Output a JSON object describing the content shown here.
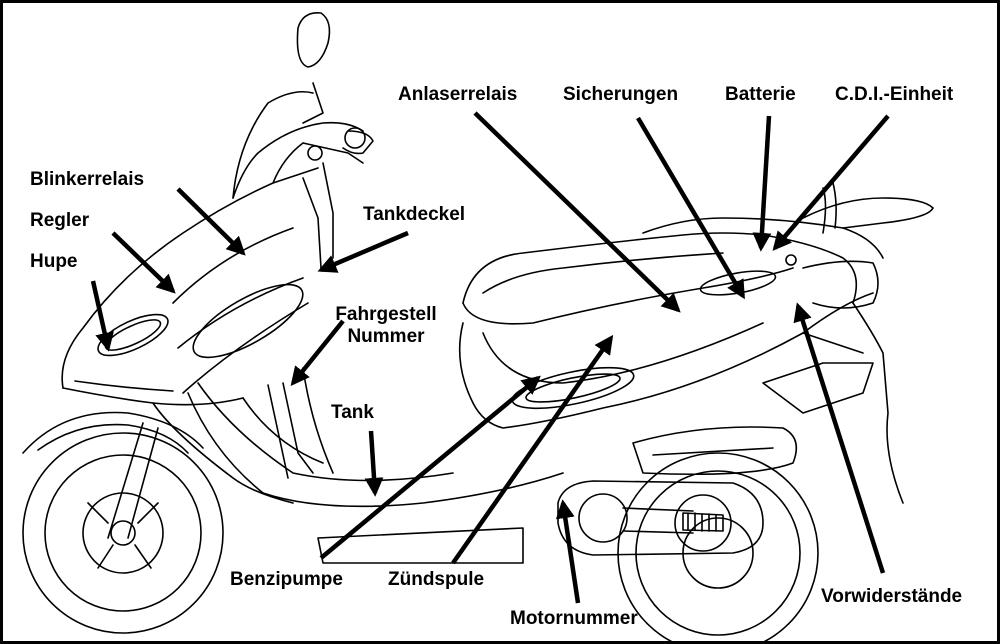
{
  "colors": {
    "ink": "#000000",
    "paper": "#ffffff"
  },
  "labels": {
    "blinkerrelais": "Blinkerrelais",
    "regler": "Regler",
    "hupe": "Hupe",
    "tankdeckel": "Tankdeckel",
    "fahrgestell_line1": "Fahrgestell",
    "fahrgestell_line2": "Nummer",
    "tank": "Tank",
    "anlaserrelais": "Anlaserrelais",
    "sicherungen": "Sicherungen",
    "batterie": "Batterie",
    "cdi_einheit": "C.D.I.-Einheit",
    "benzipumpe": "Benzipumpe",
    "zuendspule": "Zündspule",
    "motornummer": "Motornummer",
    "vorwiderstaende": "Vorwiderstände"
  }
}
